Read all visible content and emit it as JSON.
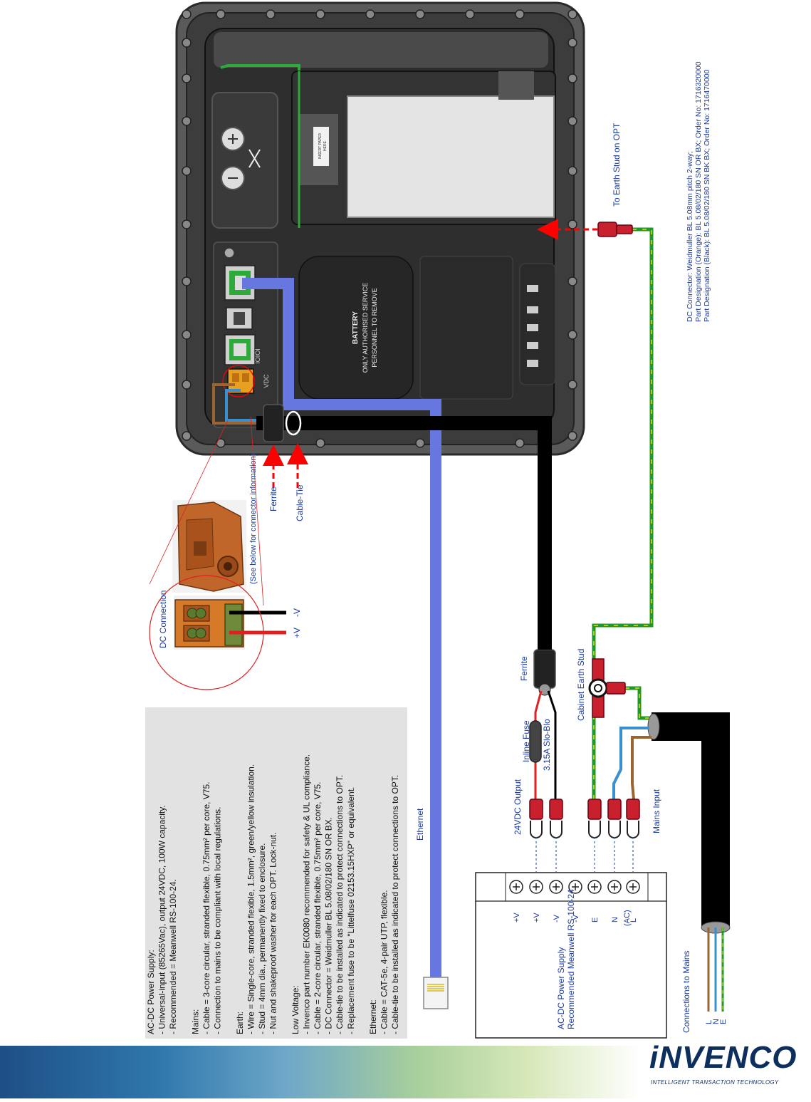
{
  "labels": {
    "ferrite_top": "Ferrite",
    "cable_tie": "Cable-Tie",
    "see_below": "(See below for connector information)",
    "dc_connection": "DC Connection",
    "plus_v": "+V",
    "minus_v": "-V",
    "to_earth_stud": "To Earth Stud on OPT",
    "ethernet": "Ethernet",
    "ferrite_bottom": "Ferrite",
    "inline_fuse": "Inline Fuse",
    "fuse_rating": "3.15A Slo-Blo",
    "output_24vdc": "24VDC Output",
    "cabinet_earth_stud": "Cabinet Earth Stud",
    "mains_input": "Mains Input",
    "connections_to_mains": "Connections to Mains",
    "mains_L": "L",
    "mains_N": "N",
    "mains_E": "E",
    "psu_title": "AC-DC Power Supply",
    "psu_recommended": "Recommended Meanwell RS-100-24",
    "ac_label": "(AC)",
    "battery_1": "BATTERY",
    "battery_2": "ONLY AUTHORISED SERVICE",
    "battery_3": "PERSONNEL TO REMOVE",
    "vdc": "VDC",
    "paper_1": "INSERT PAPER",
    "paper_2": "HERE"
  },
  "terminals": [
    "+V",
    "+V",
    "-V",
    "-V",
    "E",
    "N",
    "L"
  ],
  "dc_notes": [
    "DC Connector: Weidmuller BL 5.08mm pitch 2-way;",
    "Part Designation (Orange): BL 5.08/02/180 SN OR BX; Order No: 1716320000",
    "Part Designation (Black): BL 5.08/02/180 SN BK BX; Order No: 1716470000"
  ],
  "spec_notes": [
    "AC-DC Power Supply:",
    "- Universal-input (85265Vac), output 24VDC, 100W capacity.",
    "- Recommended = Meanwell RS-100-24.",
    "",
    "Mains:",
    "- Cable  = 3-core circular, stranded flexible, 0.75mm² per core, V75.",
    "- Connection to mains to be compliant with local regulations.",
    "",
    "Earth:",
    "- Wire = Single-core, stranded flexible, 1.5mm², green/yellow insulation.",
    "- Stud = 4mm dia., permanently fixed to enclosure.",
    "- Nut and shakeproof washer for each OPT. Lock-nut.",
    "",
    "Low Voltage:",
    "- Invenco part number EK0080 recommended for safety & UL compliance.",
    "- Cable = 2-core circular, stranded flexible, 0.75mm² per core, V75.",
    "- DC Connector = Weidmuller BL 5.08/02/180 SN OR BX.",
    "- Cable-tie to be installed as indicated to protect connections to OPT.",
    "- Replacement fuse to be \"Littelfuse 02153.15HXP\" or equivalent.",
    "",
    "Ethernet:",
    "- Cable = CAT-5e, 4-pair UTP, flexible.",
    "- Cable-tie to be installed as indicated to protect connections to OPT."
  ],
  "logo": {
    "word": "iNVENCO",
    "tagline": "INTELLIGENT TRANSACTION TECHNOLOGY"
  },
  "colors": {
    "ethernet": "#6677e0",
    "dc_cable": "#000000",
    "earth": "#1f9a2a",
    "earth_stripe": "#e8e000",
    "neutral": "#3a8fd0",
    "live": "#9b6430",
    "arrow": "#ff0000",
    "terminal": "#c8202c",
    "logo": "#0d2f5e"
  }
}
